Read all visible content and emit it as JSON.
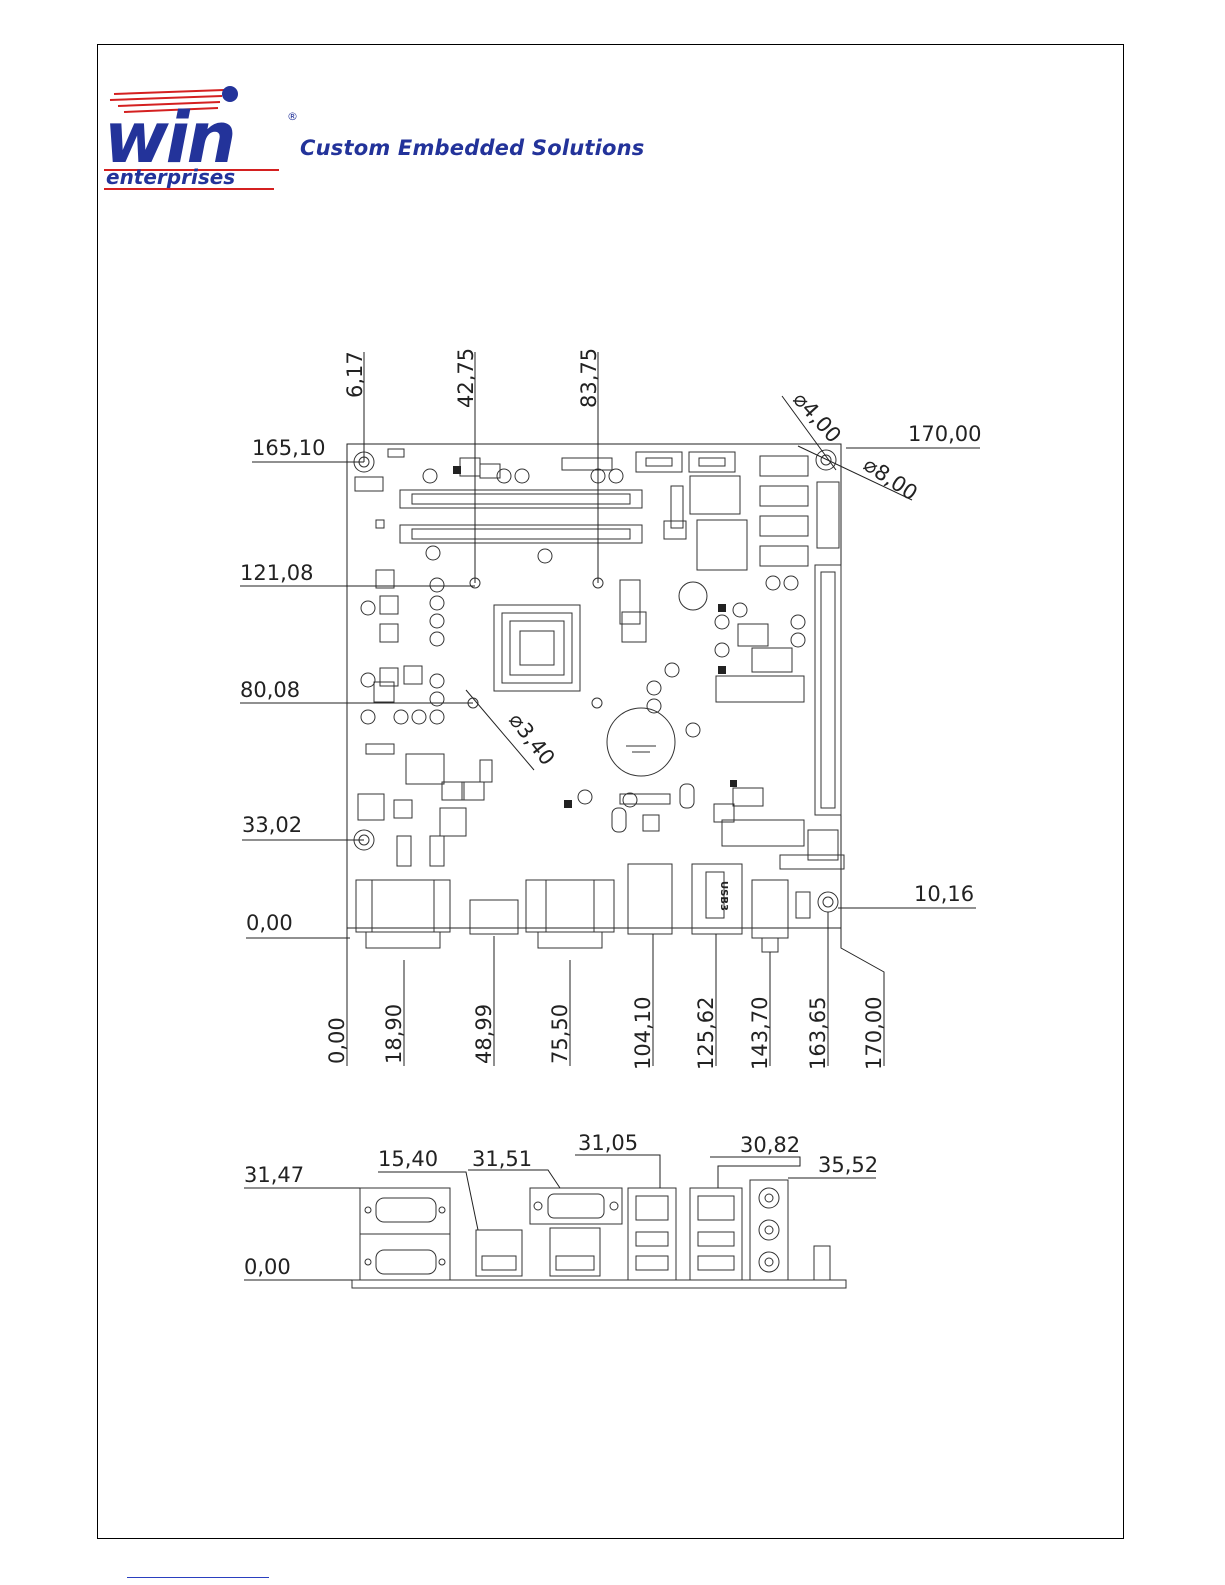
{
  "brand": {
    "logo_text": "win",
    "logo_subtext": "enterprises",
    "registered_mark": "®",
    "tagline": "Custom Embedded Solutions",
    "colors": {
      "blue": "#23339a",
      "red": "#d42020"
    }
  },
  "top_view": {
    "top_dims": [
      {
        "id": "t1",
        "label": "6,17"
      },
      {
        "id": "t2",
        "label": "42,75"
      },
      {
        "id": "t3",
        "label": "83,75"
      }
    ],
    "diameter_labels": [
      {
        "id": "d1",
        "label": "⌀4,00"
      },
      {
        "id": "d2",
        "label": "⌀8,00"
      },
      {
        "id": "d3",
        "label": "⌀3,40"
      }
    ],
    "left_dims": [
      {
        "id": "l1",
        "label": "165,10"
      },
      {
        "id": "l2",
        "label": "121,08"
      },
      {
        "id": "l3",
        "label": "80,08"
      },
      {
        "id": "l4",
        "label": "33,02"
      },
      {
        "id": "l5",
        "label": "0,00"
      }
    ],
    "right_dims": [
      {
        "id": "r1",
        "label": "170,00"
      },
      {
        "id": "r2",
        "label": "10,16"
      }
    ],
    "bottom_dims": [
      {
        "id": "b1",
        "label": "0,00"
      },
      {
        "id": "b2",
        "label": "18,90"
      },
      {
        "id": "b3",
        "label": "48,99"
      },
      {
        "id": "b4",
        "label": "75,50"
      },
      {
        "id": "b5",
        "label": "104,10"
      },
      {
        "id": "b6",
        "label": "125,62"
      },
      {
        "id": "b7",
        "label": "143,70"
      },
      {
        "id": "b8",
        "label": "163,65"
      },
      {
        "id": "b9",
        "label": "170,00"
      }
    ],
    "usb_label": "USB3"
  },
  "io_view": {
    "dims": [
      {
        "id": "i1",
        "label": "31,47"
      },
      {
        "id": "i2",
        "label": "15,40"
      },
      {
        "id": "i3",
        "label": "31,51"
      },
      {
        "id": "i4",
        "label": "31,05"
      },
      {
        "id": "i5",
        "label": "30,82"
      },
      {
        "id": "i6",
        "label": "35,52"
      },
      {
        "id": "i7",
        "label": "0,00"
      }
    ]
  }
}
